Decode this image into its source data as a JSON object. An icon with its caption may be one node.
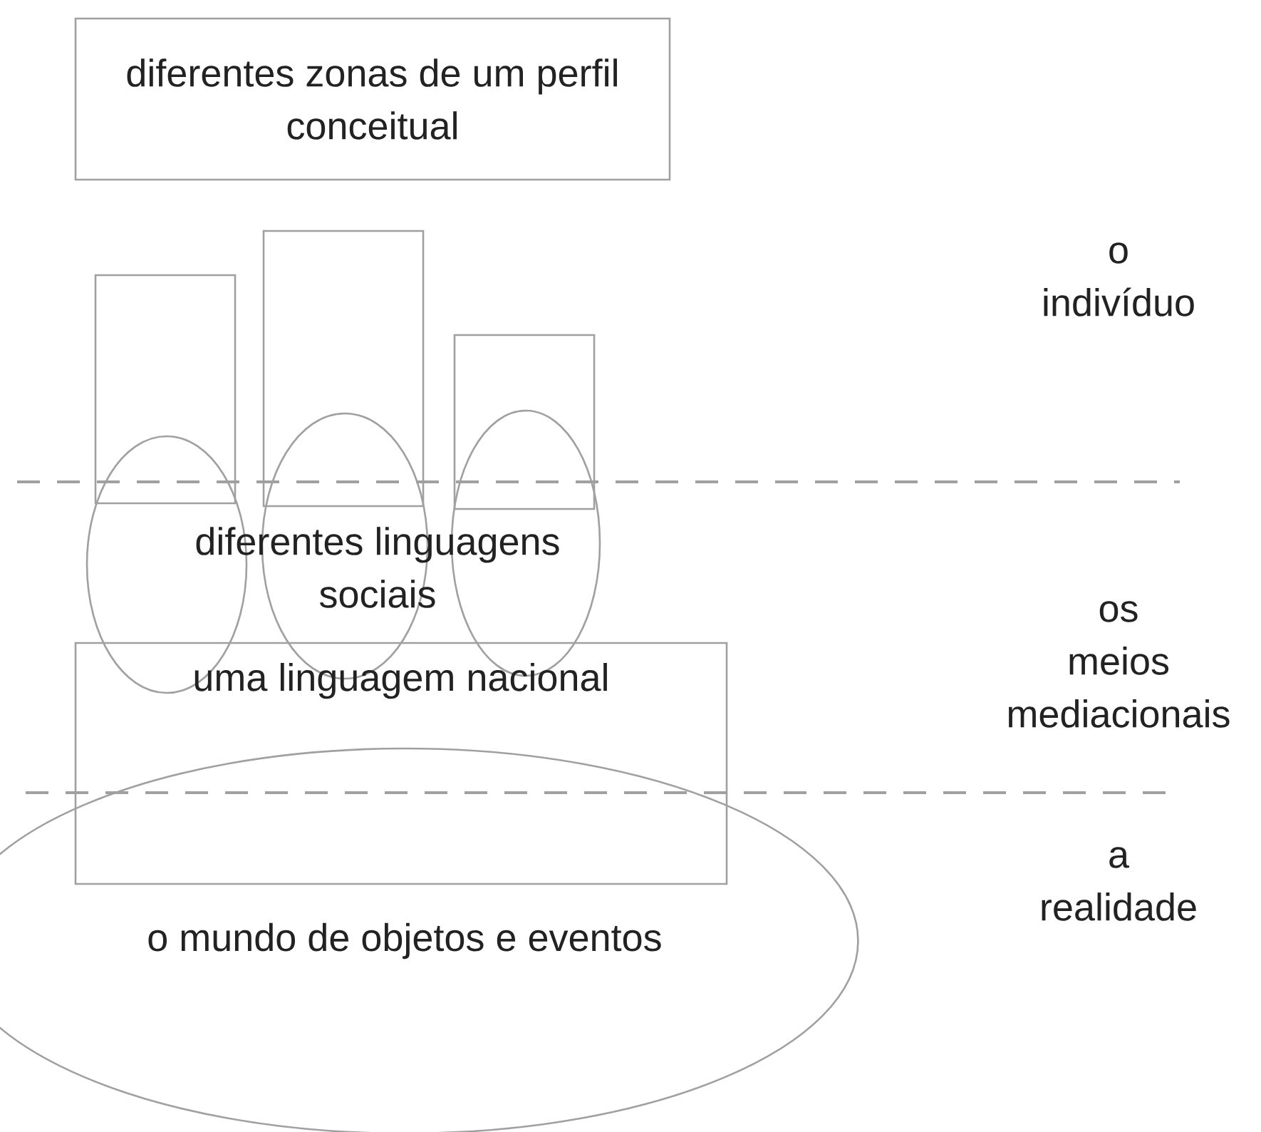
{
  "diagram": {
    "nodes": [
      {
        "text": [
          "diferentes zonas de um perfil conceitual"
        ]
      },
      {
        "text": [],
        "shape": "box"
      },
      {
        "text": [],
        "shape": "box"
      },
      {
        "text": [],
        "shape": "box"
      },
      {
        "text": [],
        "shape": "ellipse"
      },
      {
        "text": [],
        "shape": "ellipse"
      },
      {
        "text": [],
        "shape": "ellipse"
      },
      {
        "text": [
          "uma linguagem nacional"
        ]
      },
      {
        "text": [
          "o mundo de objetos e eventos"
        ]
      }
    ],
    "edges": [],
    "labels": [
      "o indivíduo",
      "diferentes linguagens sociais",
      "os meios mediacionais",
      "a realidade"
    ]
  }
}
